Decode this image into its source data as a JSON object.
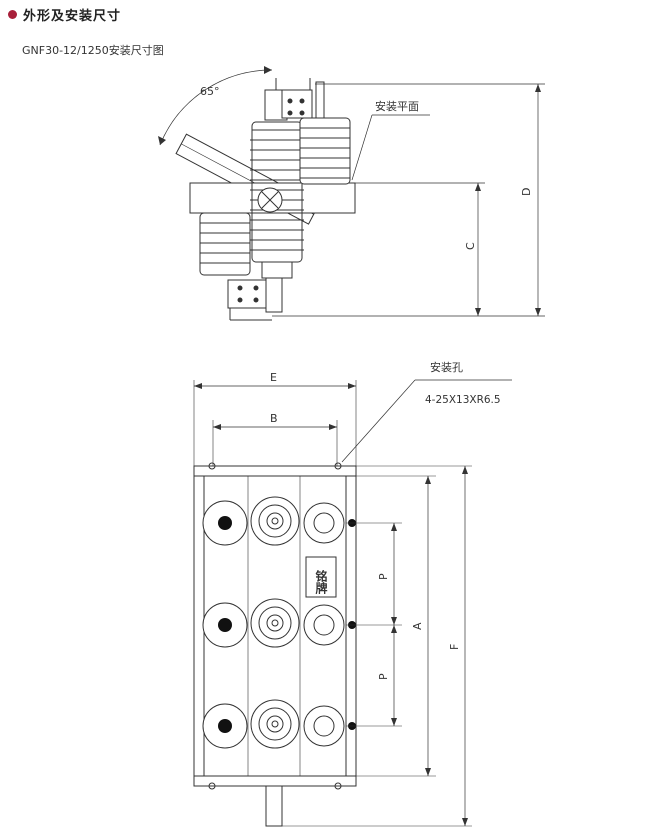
{
  "header": {
    "title": "外形及安装尺寸",
    "bullet_color": "#a8203a"
  },
  "subtitle": "GNF30-12/1250安装尺寸图",
  "side_view": {
    "angle_label": "65°",
    "mount_plane_label": "安装平面",
    "dim_c": "C",
    "dim_d": "D"
  },
  "top_view": {
    "dim_e": "E",
    "dim_b": "B",
    "hole_label": "安装孔",
    "hole_spec": "4-25X13XR6.5",
    "dim_p1": "P",
    "dim_p2": "P",
    "dim_a": "A",
    "dim_f": "F",
    "nameplate": "铭牌"
  }
}
